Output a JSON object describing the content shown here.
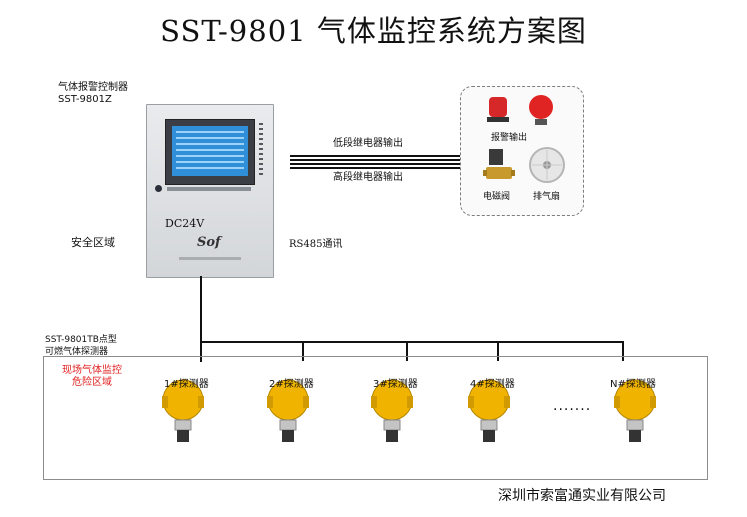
{
  "title": "SST-9801 气体监控系统方案图",
  "controller": {
    "name_line1": "气体报警控制器",
    "name_line2": "SST-9801Z",
    "power": "DC24V",
    "brand": "Sof"
  },
  "zones": {
    "safe": "安全区域",
    "hazard_line1": "现场气体监控",
    "hazard_line2": "危险区域"
  },
  "links": {
    "low_relay": "低段继电器输出",
    "high_relay": "高段继电器输出",
    "rs485": "RS485通讯"
  },
  "outputs": {
    "alarm": "报警输出",
    "valve": "电磁阀",
    "fan": "排气扇"
  },
  "detector_type": {
    "line1": "SST-9801TB点型",
    "line2": "可燃气体探测器"
  },
  "detectors": [
    "1#探测器",
    "2#探测器",
    "3#探测器",
    "4#探测器",
    "N#探测器"
  ],
  "ellipsis": "·······",
  "company": "深圳市索富通实业有限公司"
}
